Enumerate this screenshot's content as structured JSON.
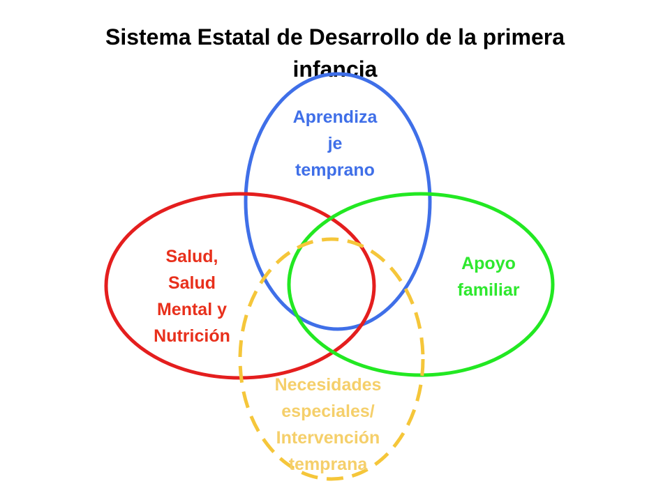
{
  "title": {
    "line1": "Sistema Estatal de Desarrollo de la primera",
    "line2": "infancia"
  },
  "circles": {
    "learning": {
      "lines": [
        "Aprendiza",
        "je",
        "temprano"
      ],
      "color": "#3f6fe8"
    },
    "health": {
      "lines": [
        "Salud,",
        "Salud",
        "Mental y",
        "Nutrición"
      ],
      "color": "#e8301c",
      "stroke": "#e41e1e"
    },
    "family": {
      "lines": [
        "Apoyo",
        "familiar"
      ],
      "color": "#2ee82e",
      "stroke": "#22e822"
    },
    "special_needs": {
      "lines": [
        "Necesidades",
        "especiales/",
        "Intervención",
        "temprana"
      ],
      "color": "#f5cf6a",
      "stroke": "#f5c63a",
      "dashed": true
    }
  }
}
